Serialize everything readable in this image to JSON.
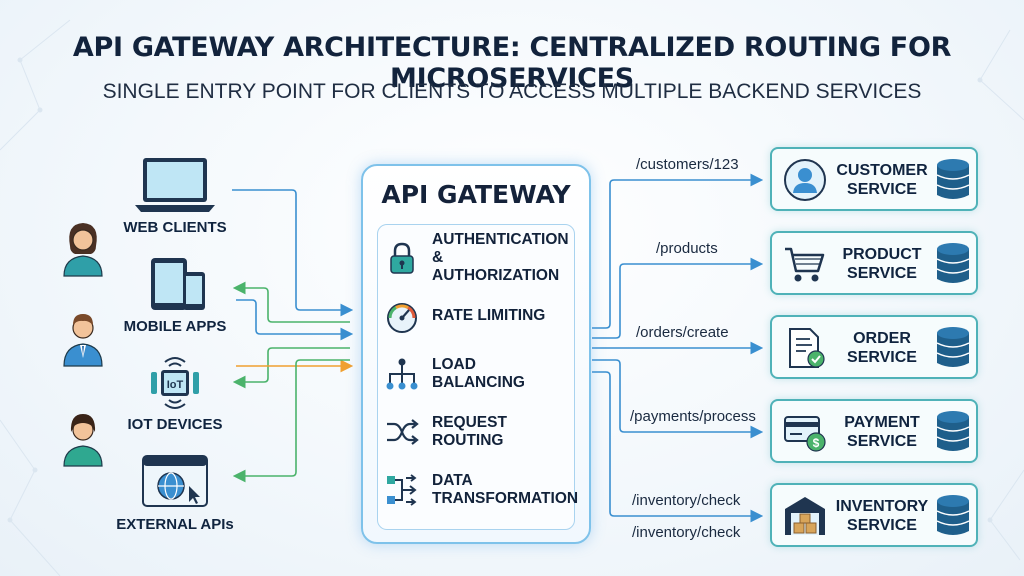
{
  "title": "API GATEWAY ARCHITECTURE: CENTRALIZED ROUTING FOR MICROSERVICES",
  "subtitle": "SINGLE ENTRY POINT FOR CLIENTS TO ACCESS MULTIPLE BACKEND SERVICES",
  "clients": [
    {
      "label": "WEB CLIENTS",
      "icon": "laptop-icon"
    },
    {
      "label": "MOBILE APPS",
      "icon": "mobile-devices-icon"
    },
    {
      "label": "IOT DEVICES",
      "icon": "iot-chip-icon",
      "icon_text": "IoT"
    },
    {
      "label": "EXTERNAL APIs",
      "icon": "globe-window-icon"
    }
  ],
  "users": [
    {
      "icon": "woman-avatar-icon"
    },
    {
      "icon": "man-avatar-icon"
    },
    {
      "icon": "woman-avatar-icon"
    }
  ],
  "gateway": {
    "title": "API GATEWAY",
    "features": [
      {
        "label": "AUTHENTICATION\n& AUTHORIZATION",
        "icon": "padlock-icon"
      },
      {
        "label": "RATE LIMITING",
        "icon": "gauge-icon"
      },
      {
        "label": "LOAD\nBALANCING",
        "icon": "hierarchy-icon"
      },
      {
        "label": "REQUEST\nROUTING",
        "icon": "shuffle-arrows-icon"
      },
      {
        "label": "DATA\nTRANSFORMATION",
        "icon": "transform-arrows-icon"
      }
    ]
  },
  "routes": [
    "/customers/123",
    "/products",
    "/orders/create",
    "/payments/process",
    "/inventory/check",
    "/inventory/check"
  ],
  "services": [
    {
      "label": "CUSTOMER\nSERVICE",
      "icon": "user-circle-icon"
    },
    {
      "label": "PRODUCT\nSERVICE",
      "icon": "shopping-cart-icon"
    },
    {
      "label": "ORDER\nSERVICE",
      "icon": "order-document-icon"
    },
    {
      "label": "PAYMENT\nSERVICE",
      "icon": "payment-card-icon"
    },
    {
      "label": "INVENTORY\nSERVICE",
      "icon": "warehouse-icon"
    }
  ],
  "colors": {
    "title": "#12233c",
    "arrow_blue": "#3a8fd0",
    "arrow_green": "#4bb36b",
    "arrow_orange": "#f0a030",
    "gateway_border": "#7ec2ea",
    "service_border": "#4fb2b8",
    "database": "#1f5f8b"
  }
}
